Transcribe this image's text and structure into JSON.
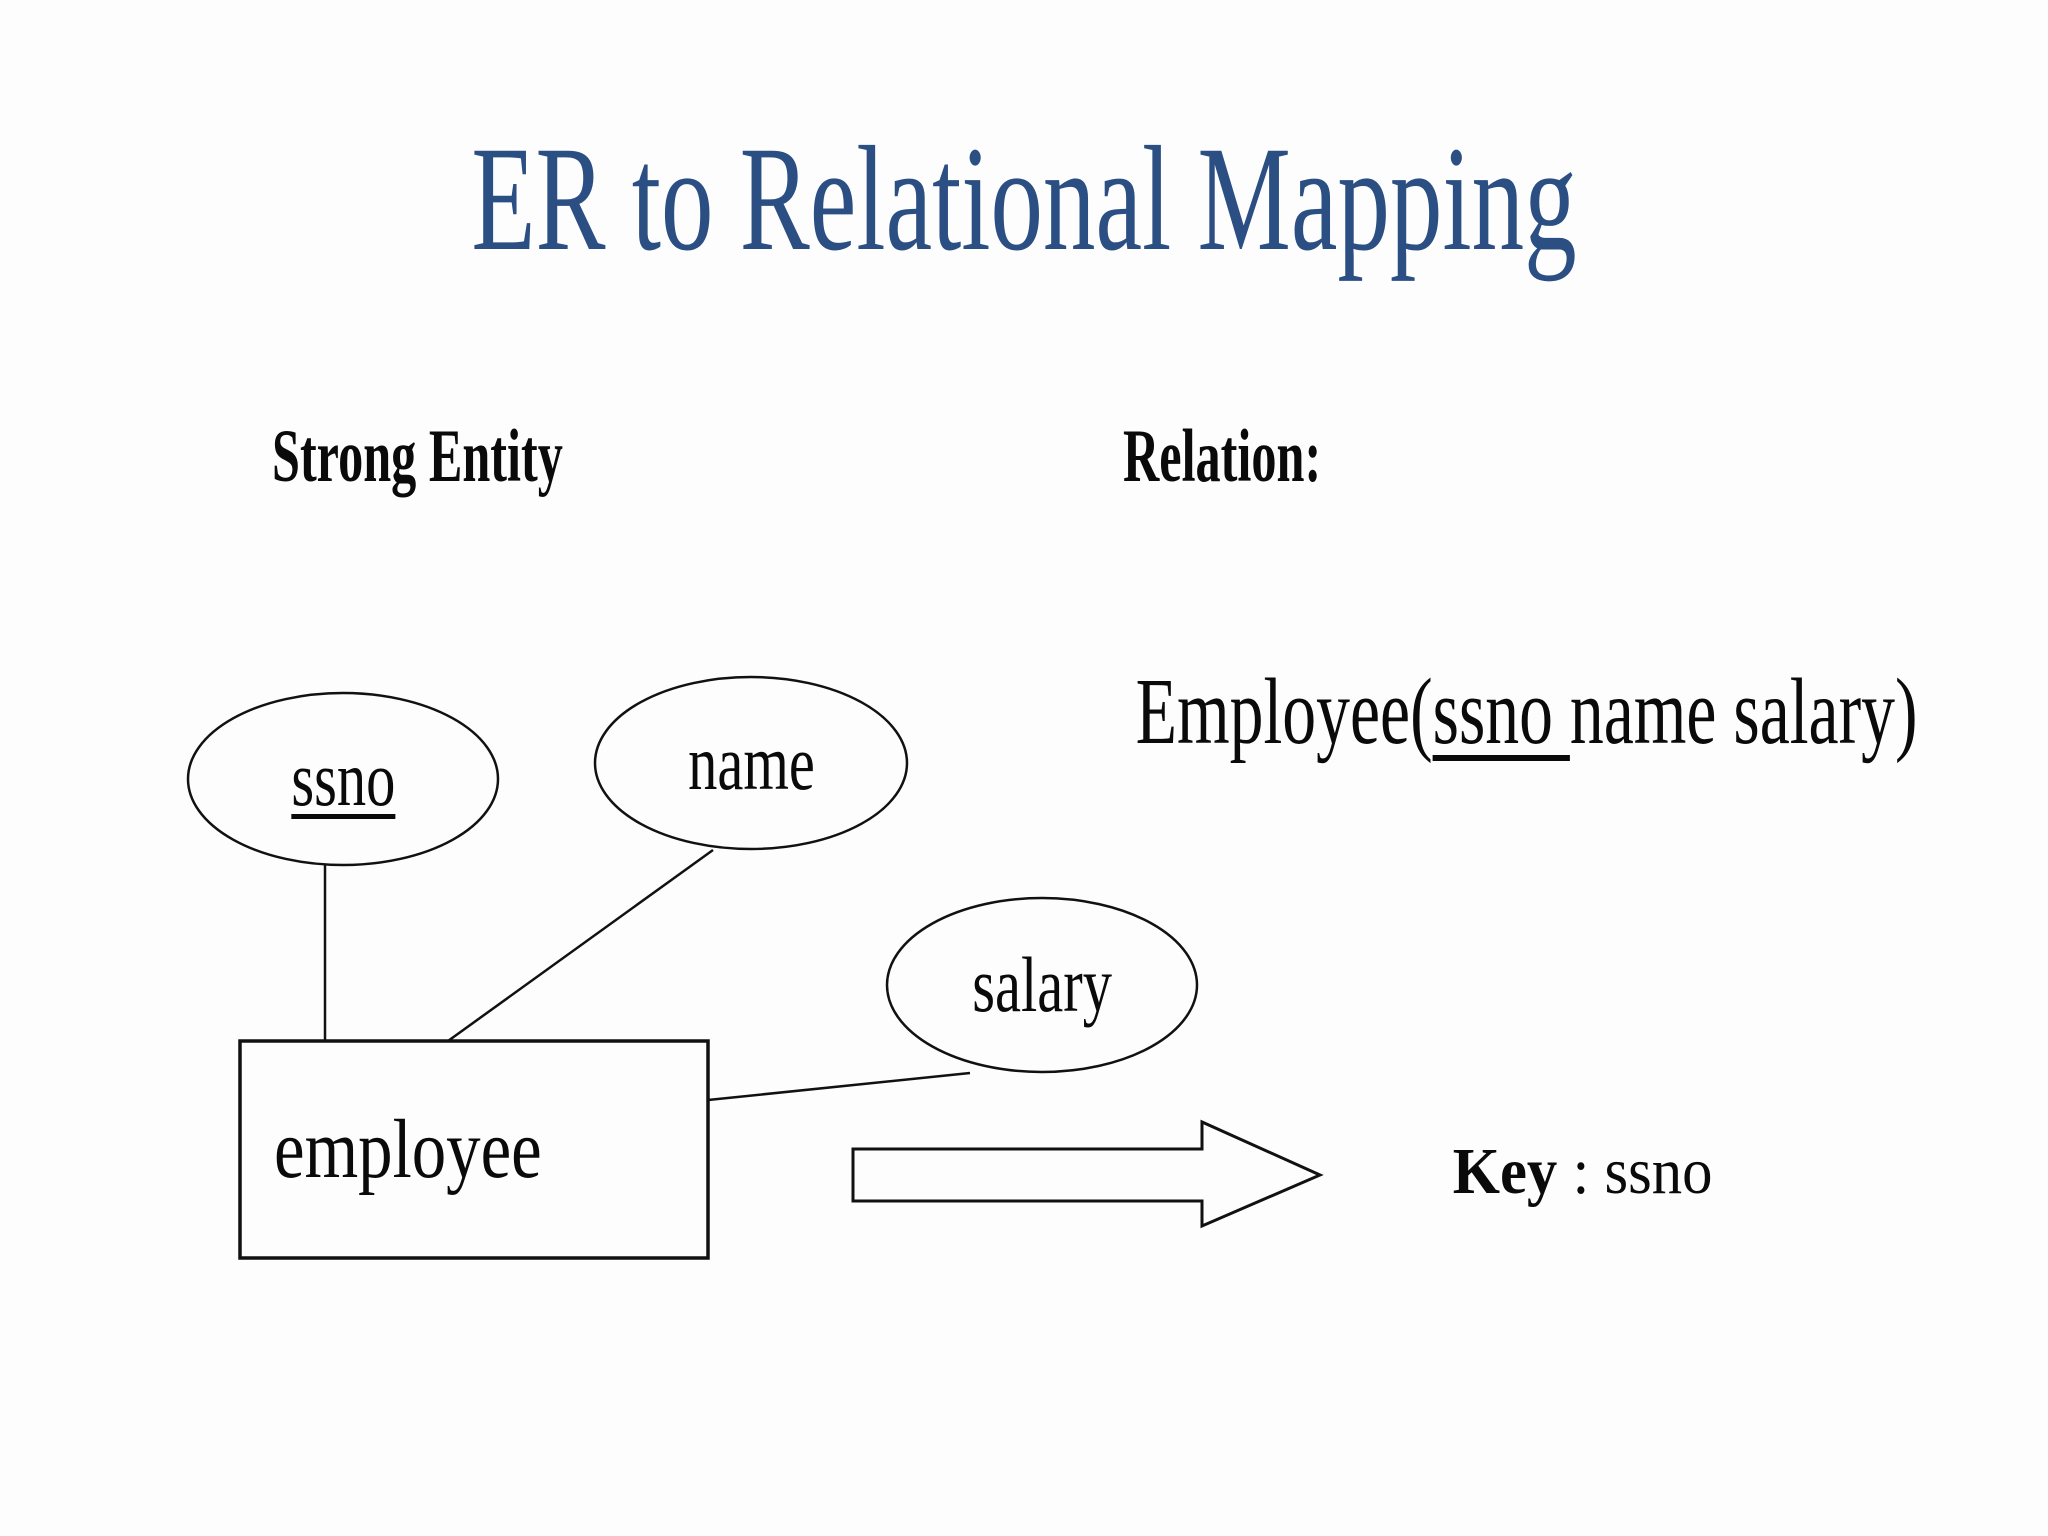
{
  "slide": {
    "title": "ER to Relational Mapping",
    "section_left": "Strong Entity",
    "section_right": "Relation:",
    "formula": {
      "prefix": "Employee(",
      "key": "ssno ",
      "rest": "name salary)"
    },
    "key_line": {
      "label": "Key",
      "separator": " : ",
      "value": "ssno"
    },
    "diagram": {
      "entity_label": "employee",
      "attributes": {
        "ssno": "ssno",
        "name": "name",
        "salary": "salary"
      }
    },
    "colors": {
      "title": "#2C4F83",
      "text": "#0A0A0A",
      "line": "#111111",
      "background": "#FDFDFE"
    }
  }
}
